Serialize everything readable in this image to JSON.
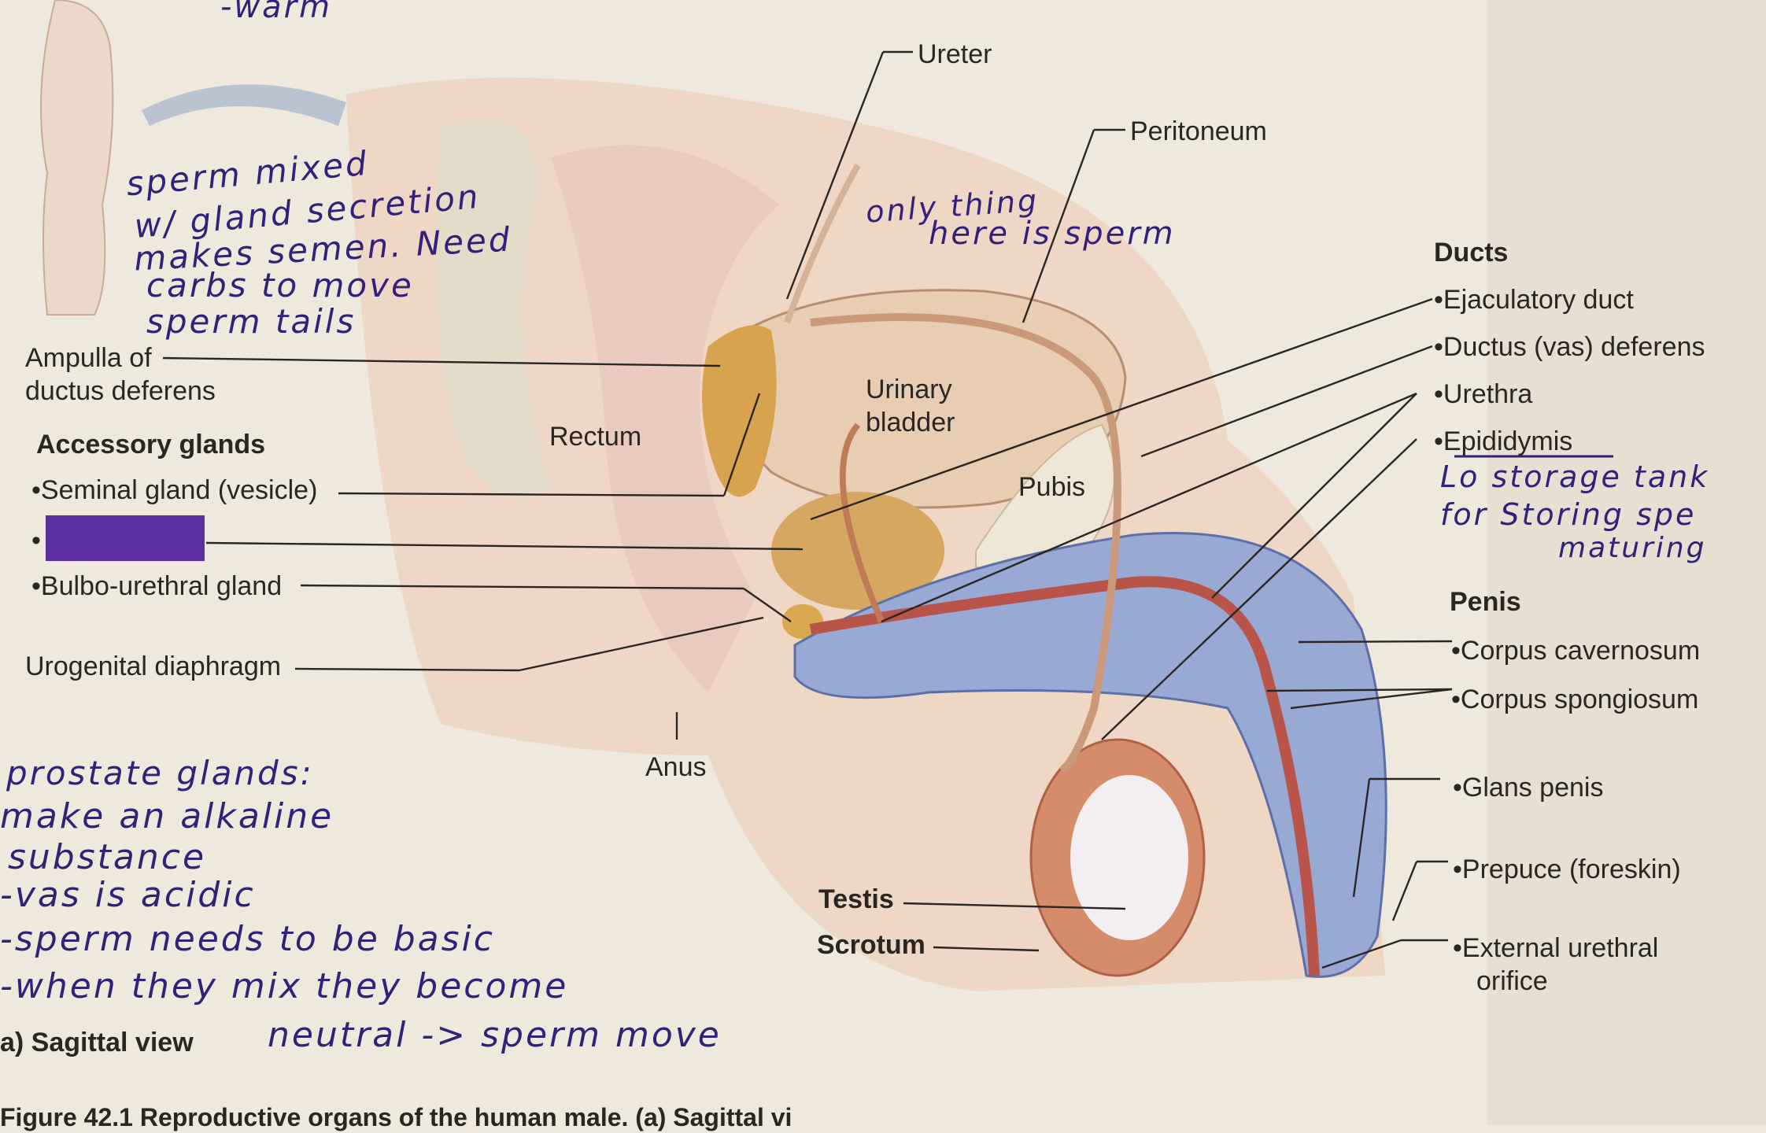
{
  "labels": {
    "ureter": "Ureter",
    "peritoneum": "Peritoneum",
    "ampulla_line1": "Ampulla of",
    "ampulla_line2": "ductus deferens",
    "accessory_glands": "Accessory glands",
    "seminal_gland": "Seminal gland (vesicle)",
    "bulbo_urethral": "Bulbo-urethral gland",
    "urogenital_diaphragm": "Urogenital diaphragm",
    "rectum": "Rectum",
    "urinary_bladder_line1": "Urinary",
    "urinary_bladder_line2": "bladder",
    "pubis": "Pubis",
    "anus": "Anus",
    "testis": "Testis",
    "scrotum": "Scrotum",
    "ducts": "Ducts",
    "ejaculatory_duct": "Ejaculatory duct",
    "ductus_deferens": "Ductus (vas) deferens",
    "urethra": "Urethra",
    "epididymis": "Epididymis",
    "penis": "Penis",
    "corpus_cavernosum": "Corpus cavernosum",
    "corpus_spongiosum": "Corpus spongiosum",
    "glans_penis": "Glans penis",
    "prepuce": "Prepuce (foreskin)",
    "external_urethral_line1": "External urethral",
    "external_urethral_line2": "orifice",
    "view_caption": "a) Sagittal view",
    "figure_caption": "Figure 42.1  Reproductive organs of the human male. (a) Sagittal vi"
  },
  "handwriting": {
    "top": "-warm",
    "note1_lines": [
      "sperm mixed",
      "w/ gland secretion",
      "makes semen. Need",
      "carbs to move",
      "sperm tails"
    ],
    "note2_lines": [
      "only thing",
      "here is sperm"
    ],
    "note3_lines": [
      "Lo storage tank",
      "for Storing spe",
      "maturing"
    ],
    "note4_lines": [
      "prostate glands:",
      "make an alkaline",
      "substance",
      "-vas is acidic",
      "-sperm needs to be basic",
      "-when they mix they become",
      "neutral -> sperm move"
    ]
  },
  "colors": {
    "paper": "#efe8dc",
    "ink": "#33207a",
    "redaction": "#5e2fa0"
  }
}
